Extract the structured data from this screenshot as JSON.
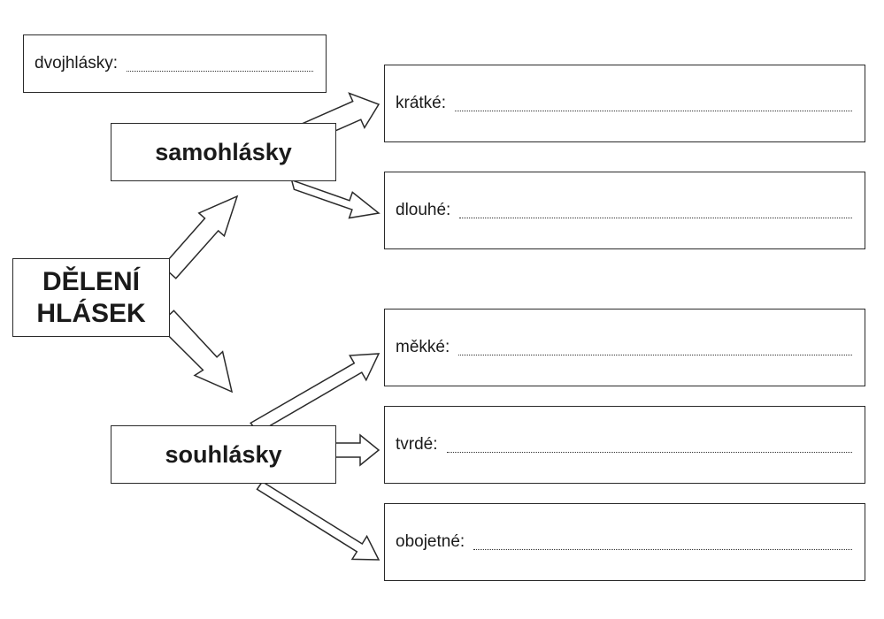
{
  "root": {
    "line1": "DĚLENÍ",
    "line2": "HLÁSEK"
  },
  "vowels": {
    "label": "samohlásky"
  },
  "consonants": {
    "label": "souhlásky"
  },
  "diphthongs": {
    "label": "dvojhlásky:"
  },
  "vowel_types": [
    {
      "label": "krátké:"
    },
    {
      "label": "dlouhé:"
    }
  ],
  "consonant_types": [
    {
      "label": "měkké:"
    },
    {
      "label": "tvrdé:"
    },
    {
      "label": "obojetné:"
    }
  ]
}
